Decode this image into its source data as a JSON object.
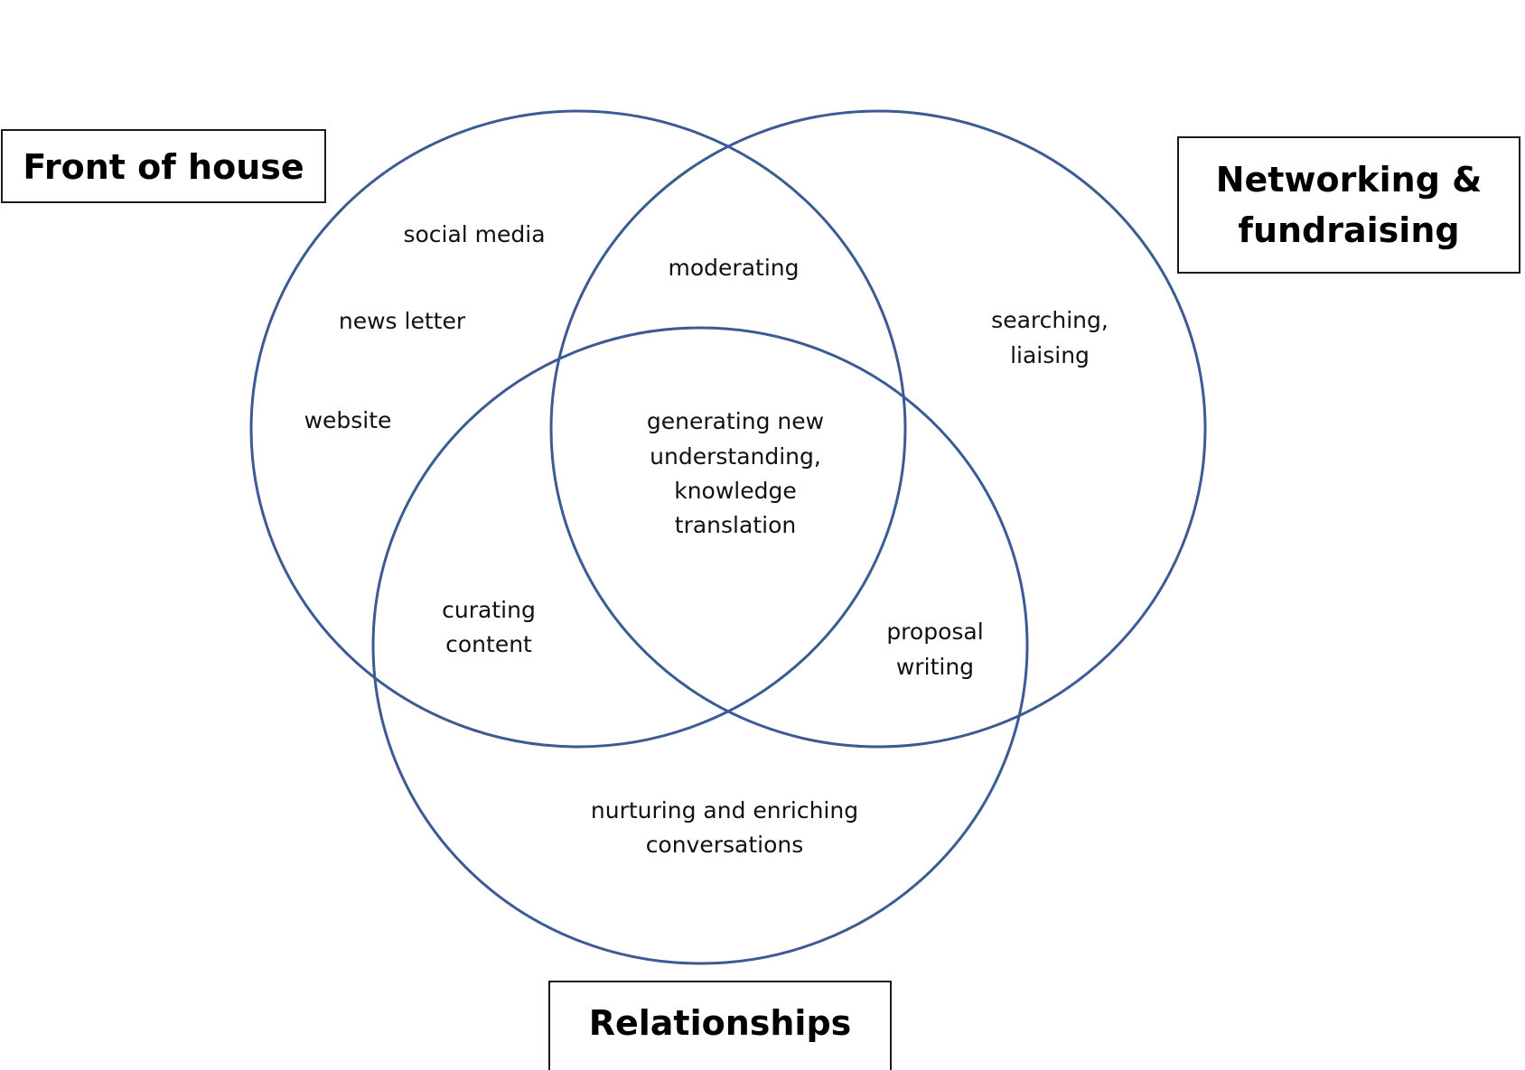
{
  "categories": {
    "front_of_house": "Front of house",
    "networking_line1": "Networking &",
    "networking_line2": "fundraising",
    "relationships": "Relationships"
  },
  "regions": {
    "front_only": {
      "social_media": "social media",
      "news_letter": "news letter",
      "website": "website"
    },
    "front_and_networking": "moderating",
    "networking_only": {
      "line1": "searching,",
      "line2": "liaising"
    },
    "center": {
      "line1": "generating new",
      "line2": "understanding,",
      "line3": "knowledge",
      "line4": "translation"
    },
    "front_and_relationships": {
      "line1": "curating",
      "line2": "content"
    },
    "networking_and_relationships": {
      "line1": "proposal",
      "line2": "writing"
    },
    "relationships_only": {
      "line1": "nurturing and enriching",
      "line2": "conversations"
    }
  },
  "colors": {
    "circle_stroke": "#3c5a94",
    "box_stroke": "#1a1a1a",
    "text": "#111111"
  }
}
